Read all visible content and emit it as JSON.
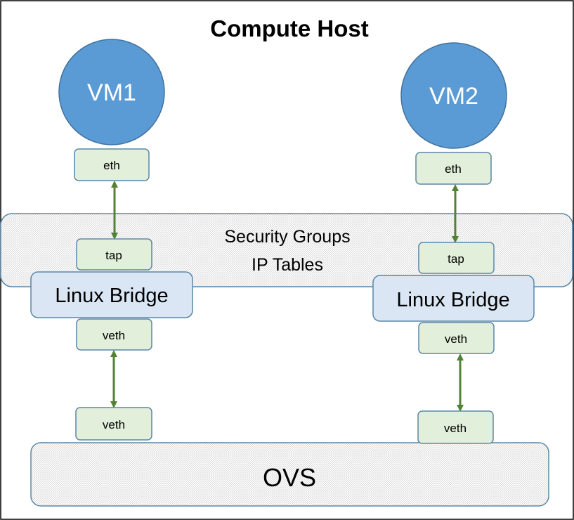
{
  "title": "Compute Host",
  "security_band": {
    "line1": "Security Groups",
    "line2": "IP Tables"
  },
  "ovs_label": "OVS",
  "colors": {
    "vm_fill": "#5b9bd5",
    "vm_stroke": "#41719c",
    "port_fill": "#e2efda",
    "port_stroke": "#5b87a8",
    "bridge_fill": "#dae6f4",
    "arrow": "#548235",
    "band_dots": "#a0a0a0"
  },
  "hosts": [
    {
      "vm": "VM1",
      "eth": "eth",
      "tap": "tap",
      "bridge": "Linux Bridge",
      "veth_bridge": "veth",
      "veth_ovs": "veth"
    },
    {
      "vm": "VM2",
      "eth": "eth",
      "tap": "tap",
      "bridge": "Linux Bridge",
      "veth_bridge": "veth",
      "veth_ovs": "veth"
    }
  ]
}
